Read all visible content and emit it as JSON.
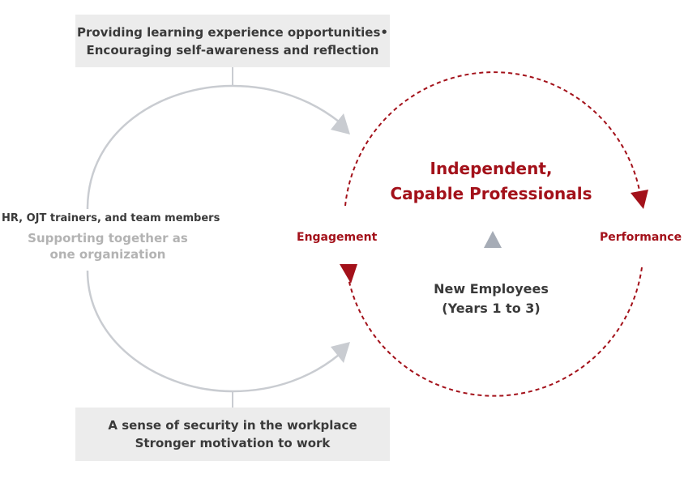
{
  "top_box": {
    "line1": "Providing learning experience opportunities•",
    "line2": "Encouraging self-awareness and reflection"
  },
  "bottom_box": {
    "line1": "A sense of security in the workplace",
    "line2": "Stronger motivation to work"
  },
  "support": {
    "label": "HR, OJT trainers, and team members",
    "line1": "Supporting together as",
    "line2": "one organization"
  },
  "goal": {
    "line1": "Independent,",
    "line2": "Capable Professionals"
  },
  "cycle": {
    "left": "Engagement",
    "right": "Performance"
  },
  "employees": {
    "line1": "New Employees",
    "line2": "(Years 1 to 3)"
  },
  "colors": {
    "accent_red": "#a3111a",
    "support_gray": "#c9ccd1",
    "box_fill": "#ececec",
    "marker_gray": "#a6acb6"
  }
}
